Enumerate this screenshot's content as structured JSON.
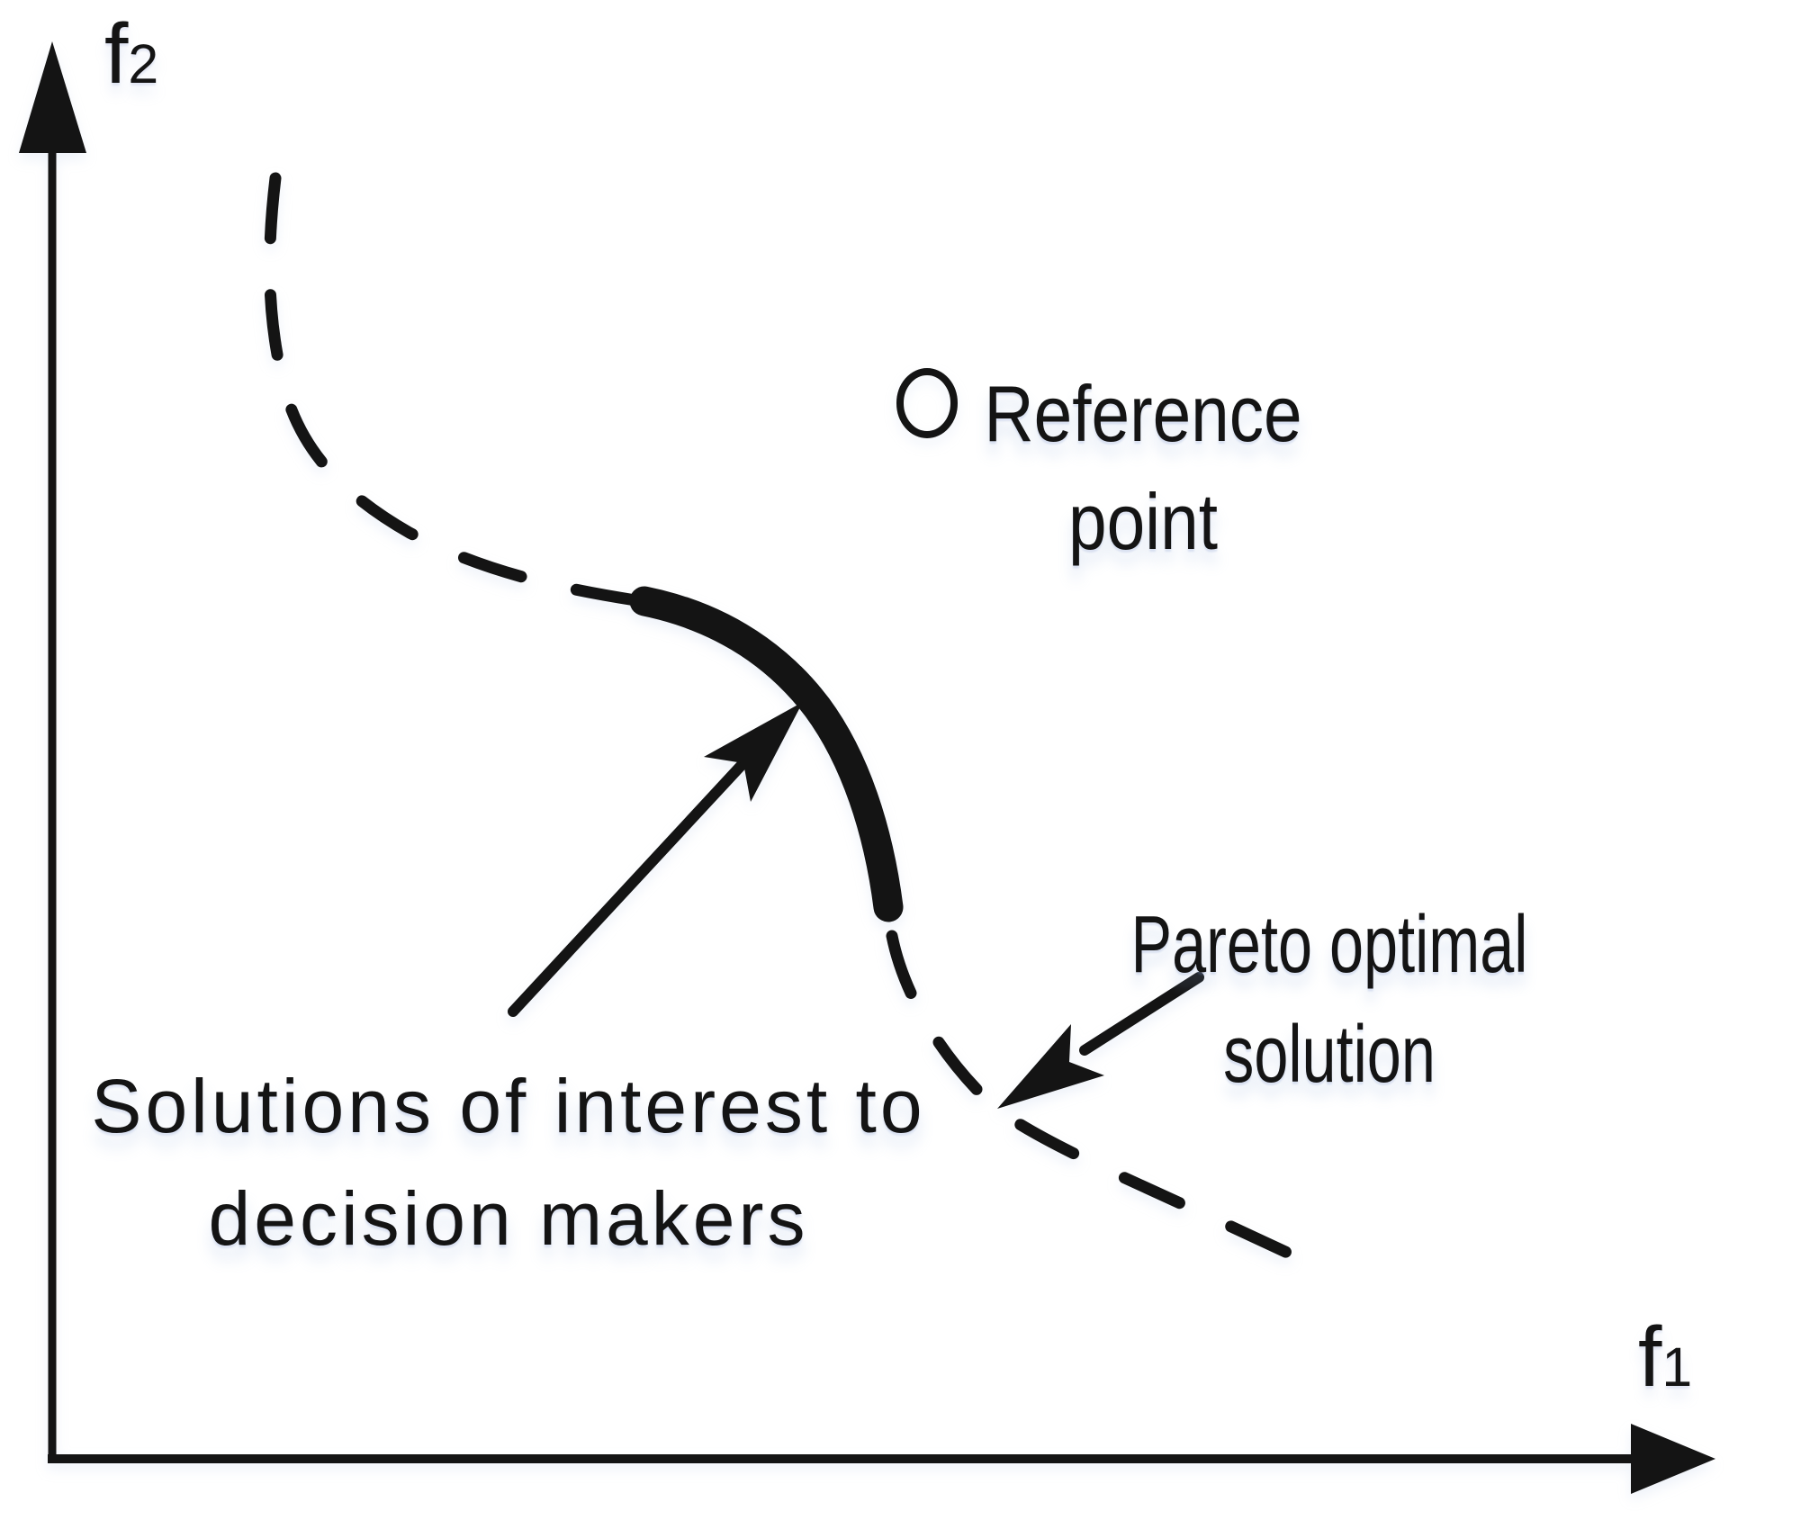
{
  "axes": {
    "x": {
      "label": "f",
      "subscript": "1"
    },
    "y": {
      "label": "f",
      "subscript": "2"
    }
  },
  "labels": {
    "reference_point": [
      "Reference",
      "point"
    ],
    "solutions_of_interest": [
      "Solutions of interest to",
      "decision makers"
    ],
    "pareto_optimal": [
      "Pareto optimal",
      "solution"
    ]
  },
  "colors": {
    "ink": "#141414",
    "background": "#ffffff",
    "halo_shadow": "rgba(150,175,220,0.30)"
  }
}
